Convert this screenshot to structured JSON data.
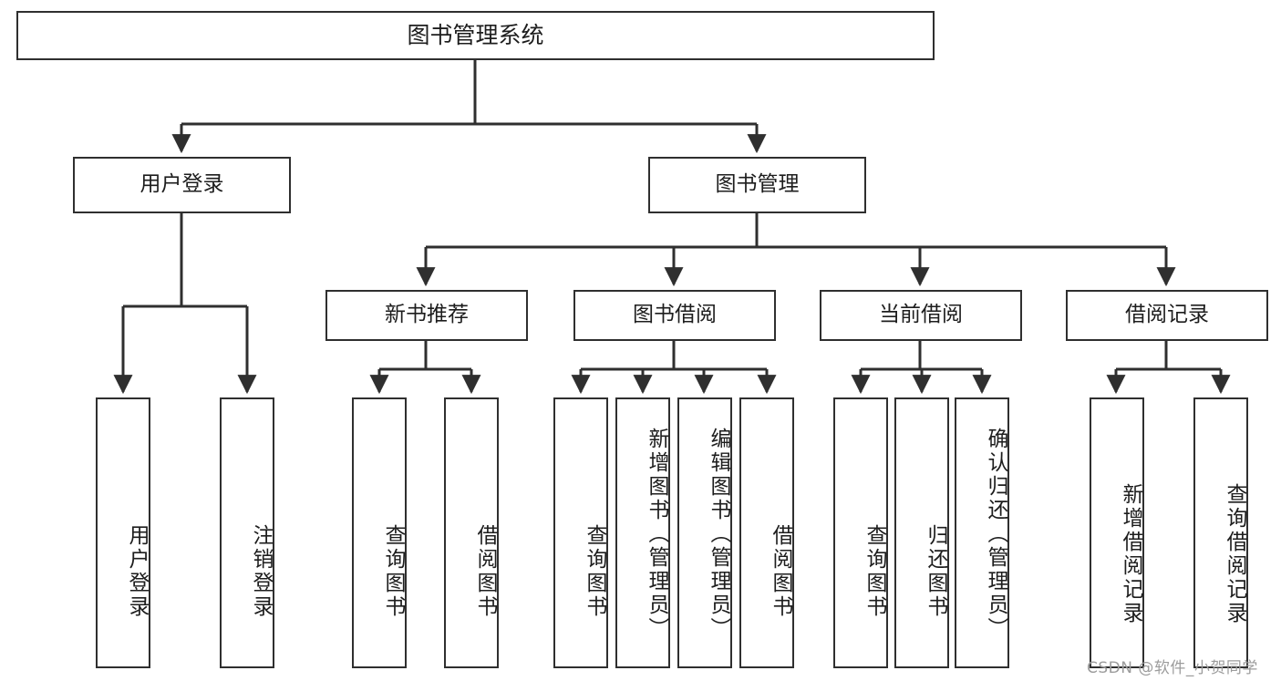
{
  "diagram": {
    "title": "图书管理系统",
    "type": "hierarchy-tree",
    "colors": {
      "box_border": "#2f2f2f",
      "box_fill": "#ffffff",
      "line": "#2f2f2f",
      "text": "#1d1d1d",
      "watermark": "#9c9c9c"
    },
    "root": {
      "label": "图书管理系统"
    },
    "level2": [
      {
        "label": "用户登录"
      },
      {
        "label": "图书管理"
      }
    ],
    "level3": [
      {
        "label": "新书推荐"
      },
      {
        "label": "图书借阅"
      },
      {
        "label": "当前借阅"
      },
      {
        "label": "借阅记录"
      }
    ],
    "leaves": {
      "user_login": [
        {
          "label": "用户登录"
        },
        {
          "label": "注销登录"
        }
      ],
      "new_book_recommend": [
        {
          "label": "查询图书"
        },
        {
          "label": "借阅图书"
        }
      ],
      "book_borrow": [
        {
          "label": "查询图书"
        },
        {
          "label": "新增图书（管理员）"
        },
        {
          "label": "编辑图书（管理员）"
        },
        {
          "label": "借阅图书"
        }
      ],
      "current_borrow": [
        {
          "label": "查询图书"
        },
        {
          "label": "归还图书"
        },
        {
          "label": "确认归还（管理员）"
        }
      ],
      "borrow_records": [
        {
          "label": "新增借阅记录"
        },
        {
          "label": "查询借阅记录"
        }
      ]
    },
    "watermark": "CSDN @软件_小贺同学"
  }
}
